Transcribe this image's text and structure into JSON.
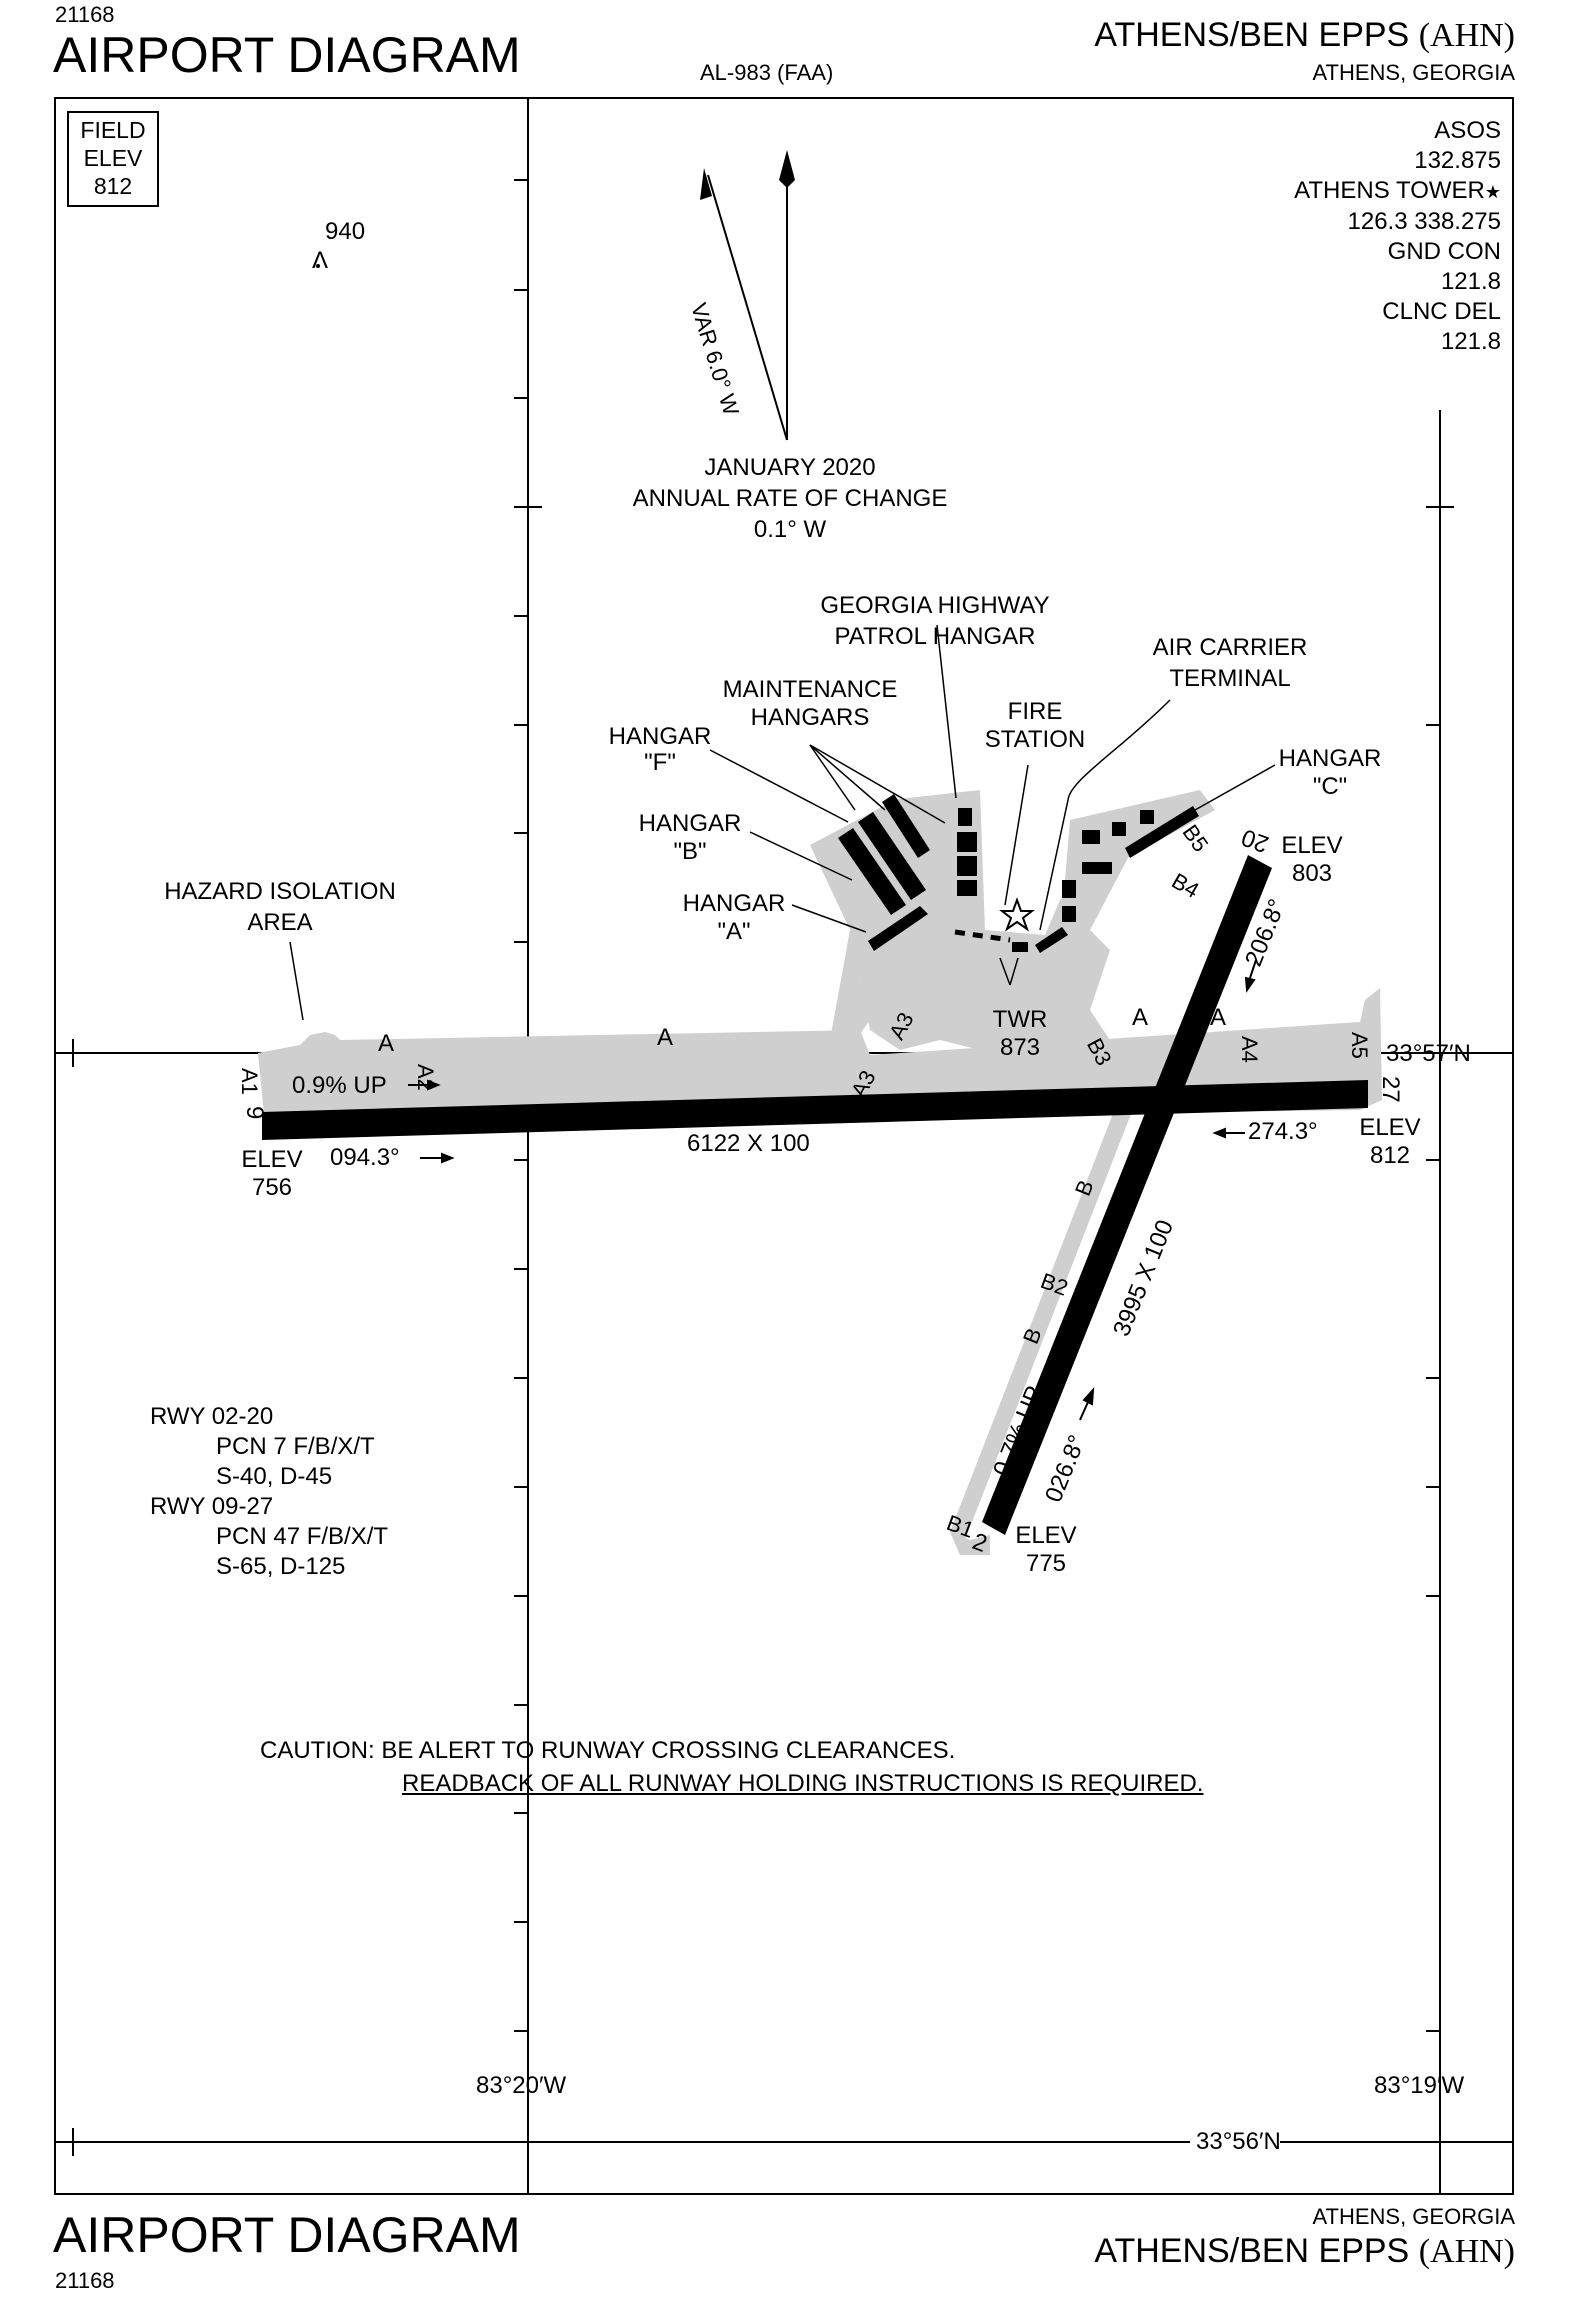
{
  "header": {
    "chart_number": "21168",
    "title": "AIRPORT DIAGRAM",
    "procedure_id": "AL-983 (FAA)",
    "airport_name": "ATHENS/BEN EPPS",
    "airport_id": "(AHN)",
    "city_state": "ATHENS, GEORGIA"
  },
  "field_elev": {
    "line1": "FIELD",
    "line2": "ELEV",
    "value": "812"
  },
  "obstacle": {
    "elevation": "940"
  },
  "frequencies": [
    "ASOS",
    "132.875",
    "ATHENS TOWER",
    "126.3  338.275",
    "GND CON",
    "121.8",
    "CLNC DEL",
    "121.8"
  ],
  "magnetic_variation": {
    "label": "VAR 6.0° W",
    "date": "JANUARY 2020",
    "rate_label": "ANNUAL RATE OF CHANGE",
    "rate_value": "0.1° W"
  },
  "buildings": {
    "georgia_highway_1": "GEORGIA HIGHWAY",
    "georgia_highway_2": "PATROL HANGAR",
    "air_carrier_1": "AIR CARRIER",
    "air_carrier_2": "TERMINAL",
    "maintenance_1": "MAINTENANCE",
    "maintenance_2": "HANGARS",
    "fire_1": "FIRE",
    "fire_2": "STATION",
    "hangar_f_1": "HANGAR",
    "hangar_f_2": "\"F\"",
    "hangar_b_1": "HANGAR",
    "hangar_b_2": "\"B\"",
    "hangar_a_1": "HANGAR",
    "hangar_a_2": "\"A\"",
    "hangar_c_1": "HANGAR",
    "hangar_c_2": "\"C\"",
    "hazard_1": "HAZARD ISOLATION",
    "hazard_2": "AREA",
    "twr_1": "TWR",
    "twr_2": "873"
  },
  "runways": {
    "rwy_09_27": {
      "dimensions": "6122 X 100",
      "end_9": "9",
      "end_27": "27",
      "elev_9_label": "ELEV",
      "elev_9": "756",
      "elev_27_label": "ELEV",
      "elev_27": "812",
      "heading_east": "094.3°",
      "heading_west": "274.3°",
      "gradient": "0.9% UP"
    },
    "rwy_02_20": {
      "dimensions": "3995 X 100",
      "end_2": "2",
      "end_20": "20",
      "elev_2_label": "ELEV",
      "elev_2": "775",
      "elev_20_label": "ELEV",
      "elev_20": "803",
      "heading_north": "026.8°",
      "heading_south": "206.8°",
      "gradient": "0.7% UP"
    }
  },
  "taxiways": {
    "A": "A",
    "A1": "A1",
    "A2": "A2",
    "A3": "A3",
    "A4": "A4",
    "A5": "A5",
    "B": "B",
    "B1": "B1",
    "B2": "B2",
    "B3": "B3",
    "B4": "B4",
    "B5": "B5"
  },
  "coordinates": {
    "lat_north": "33°57′N",
    "lat_south": "33°56′N",
    "lon_west": "83°20′W",
    "lon_east": "83°19′W"
  },
  "runway_info": [
    "RWY 02-20",
    "PCN 7 F/B/X/T",
    "S-40, D-45",
    "RWY 09-27",
    "PCN 47 F/B/X/T",
    "S-65, D-125"
  ],
  "caution": {
    "prefix": "CAUTION:",
    "line1": "BE ALERT TO RUNWAY CROSSING CLEARANCES.",
    "line2": "READBACK OF ALL RUNWAY HOLDING INSTRUCTIONS IS REQUIRED."
  },
  "footer": {
    "title": "AIRPORT DIAGRAM",
    "chart_number": "21168",
    "city_state": "ATHENS, GEORGIA",
    "airport_name": "ATHENS/BEN EPPS",
    "airport_id": "(AHN)"
  }
}
